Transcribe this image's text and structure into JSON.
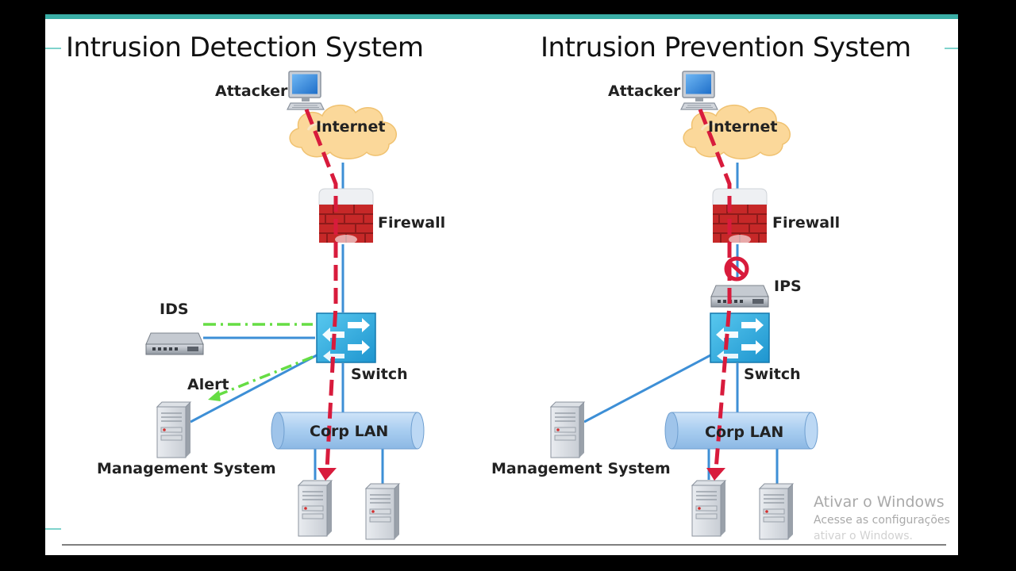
{
  "left_panel": {
    "title": "Intrusion Detection System",
    "labels": {
      "attacker": "Attacker",
      "internet": "Internet",
      "firewall": "Firewall",
      "ids": "IDS",
      "switch": "Switch",
      "alert": "Alert",
      "corp_lan": "Corp LAN",
      "management_system": "Management System"
    }
  },
  "right_panel": {
    "title": "Intrusion Prevention System",
    "labels": {
      "attacker": "Attacker",
      "internet": "Internet",
      "firewall": "Firewall",
      "ips": "IPS",
      "switch": "Switch",
      "corp_lan": "Corp LAN",
      "management_system": "Management System"
    }
  },
  "watermark": {
    "line1": "Ativar o Windows",
    "line2": "Acesse as configurações",
    "line3": "ativar o Windows."
  },
  "colors": {
    "attack_path": "#d81b3c",
    "alert_path": "#66dd44",
    "link": "#3d8fd6",
    "firewall": "#c62828",
    "switch": "#2aa7de",
    "lan": "#a8cdf0",
    "cloud": "#fbd89a",
    "accent_bar": "#3aaea6"
  },
  "icons": {
    "attacker": "computer-icon",
    "internet": "cloud-icon",
    "firewall": "firewall-icon",
    "ids": "network-appliance-icon",
    "ips": "network-appliance-icon",
    "switch": "switch-icon",
    "servers": "server-icon",
    "block": "block-icon"
  }
}
